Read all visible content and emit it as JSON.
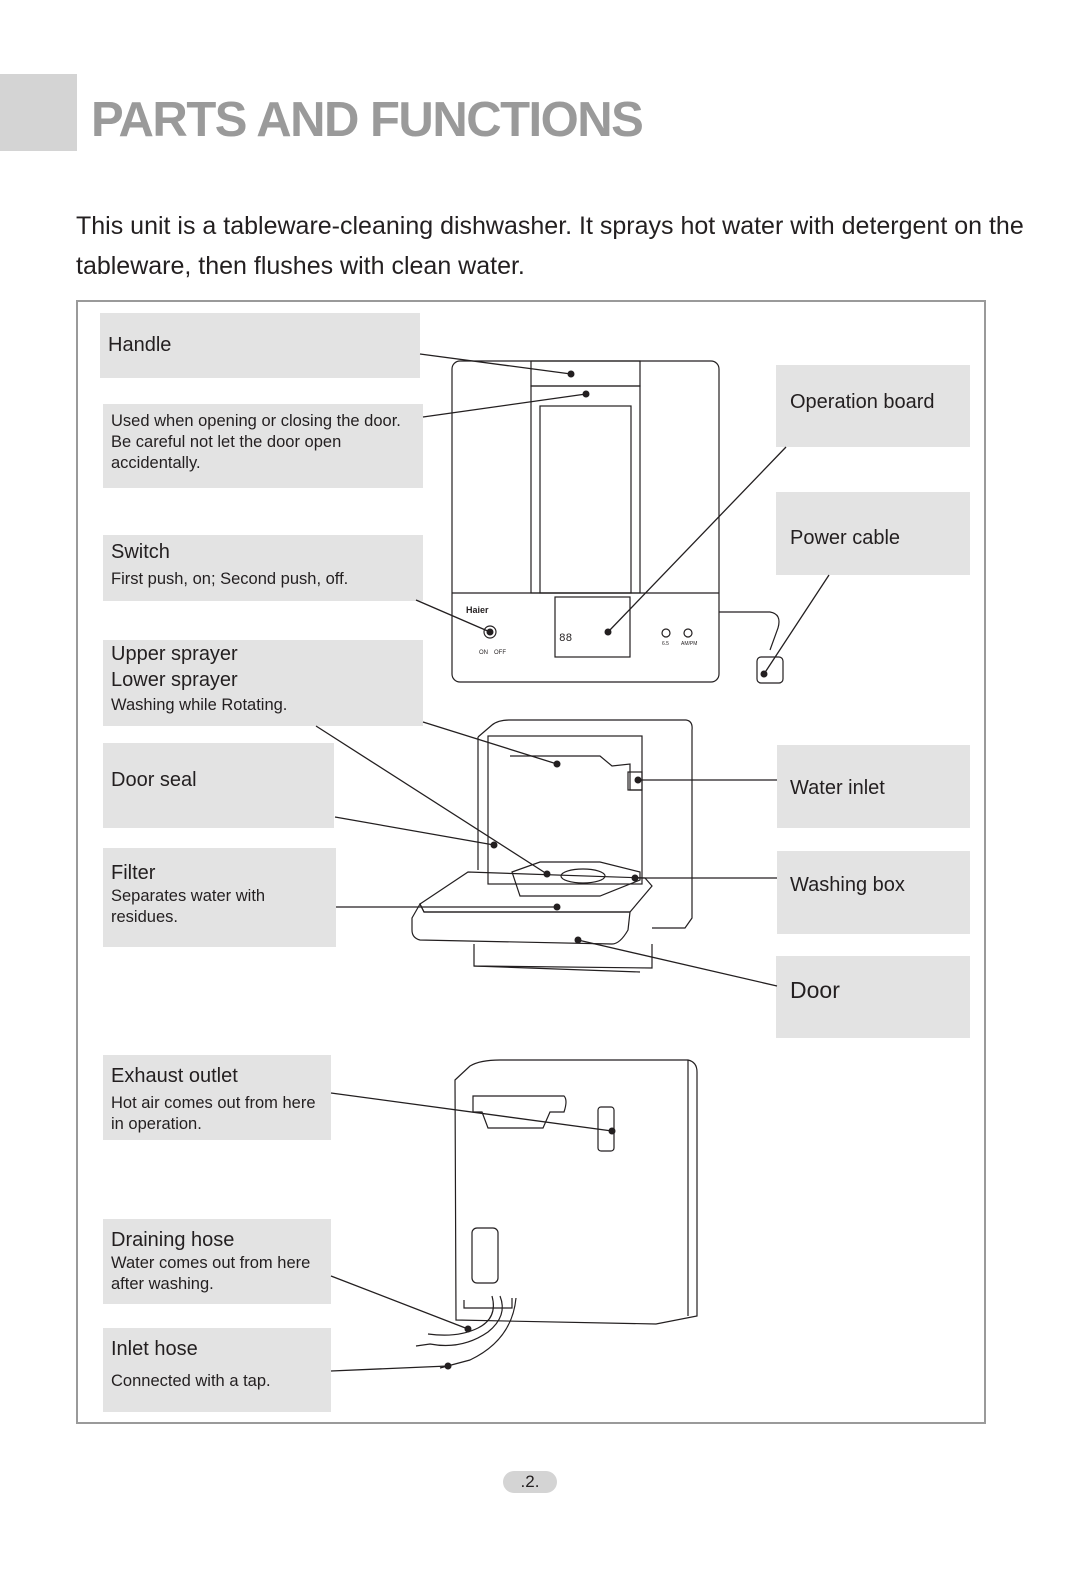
{
  "header": {
    "title": "PARTS AND FUNCTIONS"
  },
  "intro": "This unit is a tableware-cleaning dishwasher. It sprays hot water with detergent on the tableware, then flushes with clean water.",
  "parts": {
    "handle": {
      "label": "Handle",
      "desc": "Used when opening or closing the door. Be careful not let the door open accidentally."
    },
    "switch": {
      "label": "Switch",
      "desc": "First push, on; Second push, off."
    },
    "sprayer": {
      "label_upper": "Upper sprayer",
      "label_lower": "Lower sprayer",
      "desc": "Washing while Rotating."
    },
    "door_seal": {
      "label": "Door seal"
    },
    "filter": {
      "label": "Filter",
      "desc": "Separates water with residues."
    },
    "exhaust": {
      "label": "Exhaust outlet",
      "desc": "Hot air comes out from here in operation."
    },
    "draining": {
      "label": "Draining hose",
      "desc": "Water comes out from here after washing."
    },
    "inlet_hose": {
      "label": "Inlet hose",
      "desc": "Connected with a tap."
    },
    "operation_board": {
      "label": "Operation board"
    },
    "power_cable": {
      "label": "Power cable"
    },
    "water_inlet": {
      "label": "Water inlet"
    },
    "washing_box": {
      "label": "Washing box"
    },
    "door": {
      "label": "Door"
    }
  },
  "device_panel": {
    "brand": "Haier",
    "display": "88",
    "switch_on": "ON",
    "switch_off": "OFF",
    "btn1": "6.5",
    "btn2": "AM/PM"
  },
  "page_number": ".2."
}
